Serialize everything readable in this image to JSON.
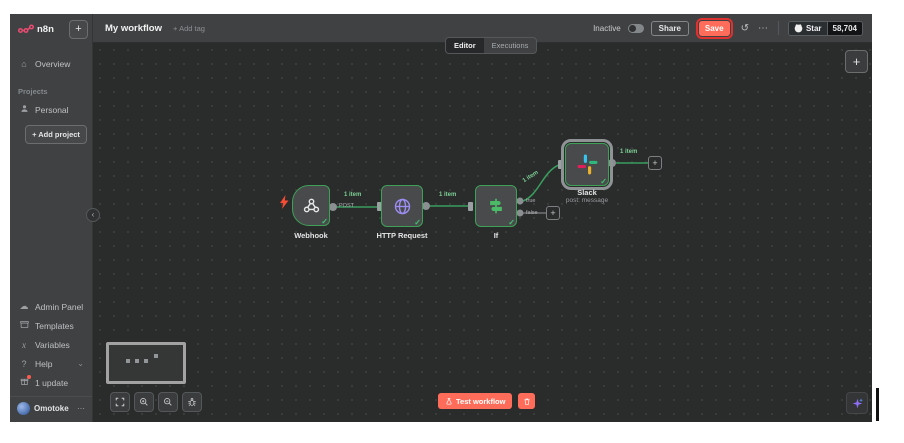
{
  "app": {
    "logo_text": "n8n"
  },
  "header": {
    "title": "My workflow",
    "add_tag": "+ Add tag",
    "inactive_label": "Inactive",
    "share": "Share",
    "save": "Save",
    "history_glyph": "↺",
    "more_glyph": "⋯",
    "github_star": "Star",
    "github_count": "58,704"
  },
  "tabs": {
    "editor": "Editor",
    "executions": "Executions"
  },
  "sidebar": {
    "overview": "Overview",
    "overview_glyph": "⌂",
    "projects": "Projects",
    "personal": "Personal",
    "add_project": "+ Add project",
    "admin_panel": "Admin Panel",
    "admin_glyph": "☁",
    "templates": "Templates",
    "variables": "Variables",
    "variables_glyph": "x",
    "help": "Help",
    "help_glyph": "?",
    "help_chevron": "⌄",
    "updates": "1 update",
    "user": "Omotoke",
    "user_more": "⋯",
    "collapse_glyph": "‹"
  },
  "canvas": {
    "item_label": "1 item",
    "plus_glyph": "+",
    "nodes": {
      "webhook": {
        "label": "Webhook",
        "method": "POST"
      },
      "http": {
        "label": "HTTP Request"
      },
      "if": {
        "label": "If",
        "true": "true",
        "false": "false"
      },
      "slack": {
        "label": "Slack",
        "sublabel": "post: message"
      }
    },
    "test_workflow": "Test workflow"
  },
  "colors": {
    "accent_orange": "#ff6d5a",
    "node_border_green": "#3ea157",
    "wire_green": "#3a9e5f",
    "wire_label_green": "#7dd196",
    "canvas_bg": "#2a2b2b",
    "panel_bg": "#3f4143",
    "save_highlight_red": "#e03131",
    "slack_blue": "#36C5F0",
    "slack_green": "#2EB67D",
    "slack_yellow": "#ECB22E",
    "slack_red": "#E01E5A"
  }
}
